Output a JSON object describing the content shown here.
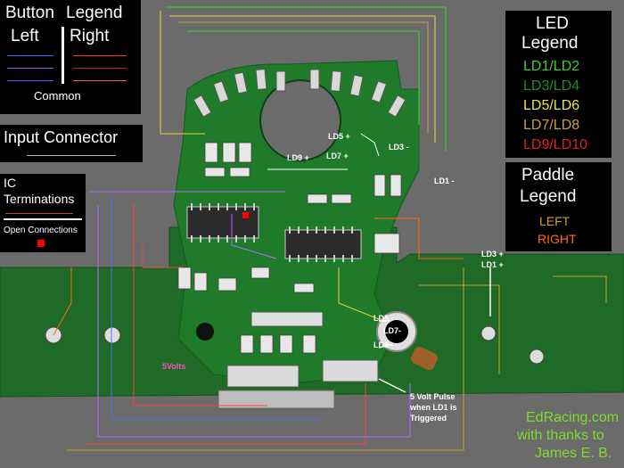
{
  "button_legend": {
    "title_left": "Button",
    "title_right": "Legend",
    "left": "Left",
    "right": "Right",
    "common": "Common",
    "left_colors": [
      "#4a6cff",
      "#9a5cff",
      "#7a3cff"
    ],
    "right_colors": [
      "#ff3030",
      "#cc2020",
      "#ff5050"
    ]
  },
  "input_connector": {
    "label": "Input Connector"
  },
  "ic_terminations": {
    "title1": "IC",
    "title2": "Terminations",
    "open_label": "Open Connections",
    "open_color": "#ff0000"
  },
  "led_legend": {
    "title1": "LED",
    "title2": "Legend",
    "items": [
      {
        "label": "LD1/LD2",
        "color": "#3bd32b"
      },
      {
        "label": "LD3/LD4",
        "color": "#1f8f1f"
      },
      {
        "label": "LD5/LD6",
        "color": "#e8e23a"
      },
      {
        "label": "LD7/LD8",
        "color": "#c9a032"
      },
      {
        "label": "LD9/LD10",
        "color": "#e02020"
      }
    ]
  },
  "paddle_legend": {
    "title1": "Paddle",
    "title2": "Legend",
    "left": "LEFT",
    "right": "RIGHT",
    "left_color": "#c9a032",
    "right_color": "#ff6a1a"
  },
  "board_labels": {
    "ld5_plus": "LD5 +",
    "ld9_plus": "LD9 +",
    "ld7_plus": "LD7 +",
    "ld3_minus": "LD3 -",
    "ld1_minus": "LD1 -",
    "ld3_plus": "LD3 +",
    "ld1_plus": "LD1 +",
    "ld7_minus": "LD7-",
    "ld5_minus": "LD5 -",
    "ld9_minus": "LD9 -",
    "five_volts": "5Volts",
    "pulse1": "5 Volt Pulse",
    "pulse2": "when LD1 is",
    "pulse3": "Triggered"
  },
  "credit": {
    "line1": "EdRacing.com",
    "line2": "with thanks to",
    "line3": "James E. B.",
    "color": "#7ddc2a"
  },
  "colors": {
    "background": "#6b6b6b",
    "pcb": "#1f6f28",
    "trace_yellow": "#e8d640",
    "trace_purple": "#b06cff",
    "trace_red": "#ff4040"
  }
}
